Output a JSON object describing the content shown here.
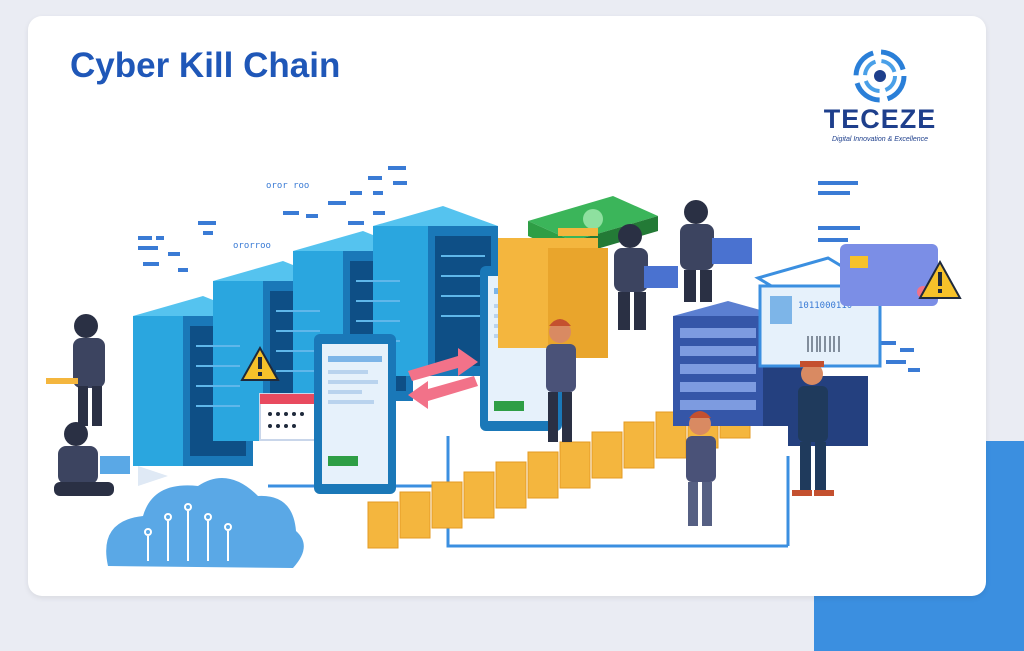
{
  "title": "Cyber Kill Chain",
  "logo": {
    "name": "TECEZE",
    "tagline": "Digital Innovation & Excellence"
  },
  "binary_labels": [
    "oror roo",
    "ororroo",
    "1011000110"
  ],
  "colors": {
    "title": "#1f57b8",
    "server": "#2aa6df",
    "folder": "#f4b63e",
    "money": "#2e9e45",
    "cloud": "#5aa8e6",
    "warning": "#f6c22a"
  }
}
